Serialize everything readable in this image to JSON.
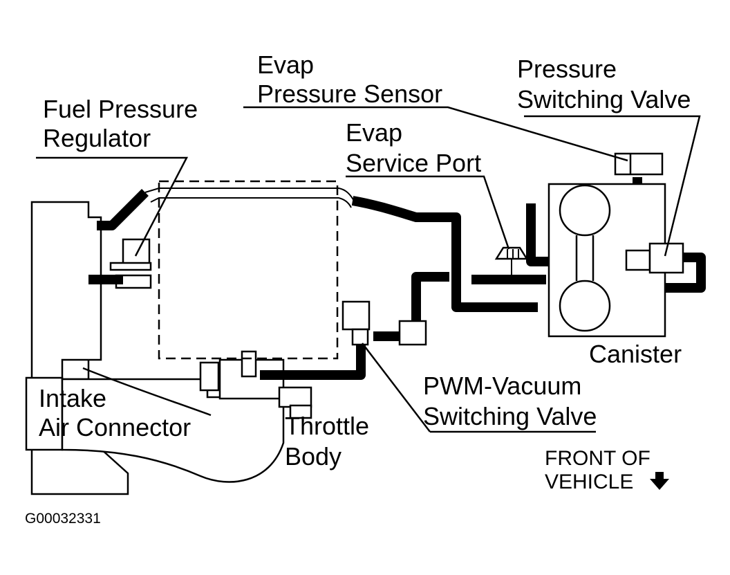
{
  "labels": {
    "fuel_pressure_regulator": [
      "Fuel Pressure",
      "Regulator"
    ],
    "evap_pressure_sensor": [
      "Evap",
      "Pressure Sensor"
    ],
    "pressure_switching_valve": [
      "Pressure",
      "Switching Valve"
    ],
    "evap_service_port": [
      "Evap",
      "Service Port"
    ],
    "canister": "Canister",
    "intake_air_connector": [
      "Intake",
      "Air Connector"
    ],
    "throttle_body": [
      "Throttle",
      "Body"
    ],
    "pwm_vacuum_switching_valve": [
      "PWM-Vacuum",
      "Switching Valve"
    ],
    "front_of_vehicle": [
      "FRONT OF",
      "VEHICLE"
    ]
  },
  "figure_id": "G00032331",
  "icons": {
    "direction_arrow": "arrow-down-icon"
  },
  "colors": {
    "ink": "#000000",
    "paper": "#ffffff"
  }
}
